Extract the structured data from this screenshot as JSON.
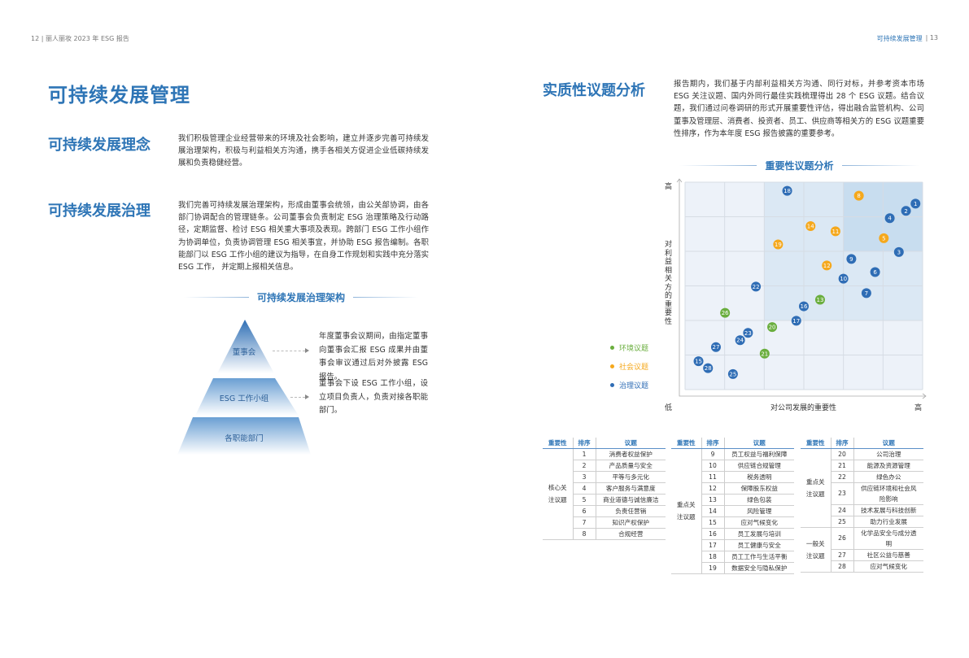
{
  "header": {
    "left": "12 | 丽人丽妆 2023 年 ESG 报告",
    "right_title": "可持续发展管理",
    "right_page": "| 13"
  },
  "left": {
    "title": "可持续发展管理",
    "concept": {
      "heading": "可持续发展理念",
      "text": "我们积极管理企业经营带来的环境及社会影响，建立并逐步完善可持续发展治理架构，积极与利益相关方沟通，携手各相关方促进企业低碳持续发展和负责稳健经营。"
    },
    "governance": {
      "heading": "可持续发展治理",
      "text": "我们完善可持续发展治理架构，形成由董事会统领，由公关部协调，由各部门协调配合的管理链条。公司董事会负责制定 ESG 治理策略及行动路径，定期监督、检讨 ESG 相关重大事项及表现。跨部门 ESG 工作小组作为协调单位，负责协调管理 ESG 相关事宜，并协助 ESG 报告编制。各职能部门以 ESG 工作小组的建议为指导，在自身工作规划和实践中充分落实 ESG 工作， 并定期上报相关信息。"
    },
    "structure": {
      "title": "可持续发展治理架构",
      "levels": [
        "董事会",
        "ESG 工作小组",
        "各职能部门"
      ],
      "notes": [
        "年度董事会议期间，由指定董事向董事会汇报 ESG 成果并由董事会审议通过后对外披露 ESG 报告。",
        "董事会下设 ESG 工作小组，设立项目负责人，负责对接各职能部门。"
      ]
    }
  },
  "right": {
    "heading": "实质性议题分析",
    "text": "报告期内，我们基于内部利益相关方沟通、同行对标，并参考资本市场 ESG 关注议题、国内外同行最佳实践梳理得出 28 个 ESG 议题。结合议题，我们通过问卷调研的形式开展重要性评估，得出融合监管机构、公司董事及管理层、消费者、投资者、员工、供应商等相关方的 ESG 议题重要性排序，作为本年度 ESG 报告披露的重要参考。"
  },
  "chart_data": {
    "type": "scatter",
    "title": "重要性议题分析",
    "xlabel": "对公司发展的重要性",
    "ylabel": "对利益相关方的重要性",
    "x_low": "低",
    "x_high": "高",
    "y_high": "高",
    "xlim": [
      0,
      6
    ],
    "ylim": [
      0,
      6
    ],
    "grid": true,
    "legend": [
      {
        "name": "环境议题",
        "key": "env",
        "color": "#6aae3e"
      },
      {
        "name": "社会议题",
        "key": "soc",
        "color": "#f5a81c"
      },
      {
        "name": "治理议题",
        "key": "gov",
        "color": "#2f6db5"
      }
    ],
    "legend_position": "left",
    "points": [
      {
        "id": "1",
        "x": 5.82,
        "y": 5.38,
        "cat": "gov"
      },
      {
        "id": "2",
        "x": 5.58,
        "y": 5.17,
        "cat": "gov"
      },
      {
        "id": "3",
        "x": 5.4,
        "y": 3.98,
        "cat": "gov"
      },
      {
        "id": "4",
        "x": 5.17,
        "y": 4.96,
        "cat": "gov"
      },
      {
        "id": "5",
        "x": 5.02,
        "y": 4.38,
        "cat": "soc"
      },
      {
        "id": "6",
        "x": 4.8,
        "y": 3.4,
        "cat": "gov"
      },
      {
        "id": "7",
        "x": 4.58,
        "y": 2.79,
        "cat": "gov"
      },
      {
        "id": "8",
        "x": 4.39,
        "y": 5.61,
        "cat": "soc"
      },
      {
        "id": "9",
        "x": 4.2,
        "y": 3.78,
        "cat": "gov"
      },
      {
        "id": "10",
        "x": 4.0,
        "y": 3.21,
        "cat": "gov"
      },
      {
        "id": "11",
        "x": 3.8,
        "y": 4.58,
        "cat": "soc"
      },
      {
        "id": "12",
        "x": 3.58,
        "y": 3.59,
        "cat": "soc"
      },
      {
        "id": "13",
        "x": 3.41,
        "y": 2.6,
        "cat": "env"
      },
      {
        "id": "14",
        "x": 3.17,
        "y": 4.73,
        "cat": "soc"
      },
      {
        "id": "15",
        "x": 0.34,
        "y": 0.82,
        "cat": "gov"
      },
      {
        "id": "16",
        "x": 3.0,
        "y": 2.41,
        "cat": "gov"
      },
      {
        "id": "17",
        "x": 2.81,
        "y": 1.99,
        "cat": "gov"
      },
      {
        "id": "18",
        "x": 2.58,
        "y": 5.75,
        "cat": "gov"
      },
      {
        "id": "19",
        "x": 2.35,
        "y": 4.2,
        "cat": "soc"
      },
      {
        "id": "20",
        "x": 2.2,
        "y": 1.81,
        "cat": "env"
      },
      {
        "id": "21",
        "x": 2.01,
        "y": 1.04,
        "cat": "env"
      },
      {
        "id": "22",
        "x": 1.79,
        "y": 2.98,
        "cat": "gov"
      },
      {
        "id": "23",
        "x": 1.59,
        "y": 1.64,
        "cat": "gov"
      },
      {
        "id": "24",
        "x": 1.39,
        "y": 1.43,
        "cat": "gov"
      },
      {
        "id": "25",
        "x": 1.21,
        "y": 0.45,
        "cat": "gov"
      },
      {
        "id": "26",
        "x": 1.01,
        "y": 2.22,
        "cat": "env"
      },
      {
        "id": "27",
        "x": 0.78,
        "y": 1.23,
        "cat": "gov"
      },
      {
        "id": "28",
        "x": 0.58,
        "y": 0.62,
        "cat": "gov"
      }
    ]
  },
  "tables": {
    "headers": [
      "重要性",
      "排序",
      "议题"
    ],
    "list": [
      [
        {
          "label": "核心关注议题",
          "rows": [
            [
              "1",
              "消费者权益保护"
            ],
            [
              "2",
              "产品质量与安全"
            ],
            [
              "3",
              "平等与多元化"
            ],
            [
              "4",
              "客户服务与满意度"
            ],
            [
              "5",
              "商业道德与诚信廉洁"
            ],
            [
              "6",
              "负责任营销"
            ],
            [
              "7",
              "知识产权保护"
            ],
            [
              "8",
              "合规经营"
            ]
          ]
        }
      ],
      [
        {
          "label": "重点关注议题",
          "rows": [
            [
              "9",
              "员工权益与福利保障"
            ],
            [
              "10",
              "供应链合规管理"
            ],
            [
              "11",
              "税务透明"
            ],
            [
              "12",
              "保障股东权益"
            ],
            [
              "13",
              "绿色包装"
            ],
            [
              "14",
              "风险管理"
            ],
            [
              "15",
              "应对气候变化"
            ],
            [
              "16",
              "员工发展与培训"
            ],
            [
              "17",
              "员工健康与安全"
            ],
            [
              "18",
              "员工工作与生活平衡"
            ],
            [
              "19",
              "数据安全与隐私保护"
            ]
          ]
        }
      ],
      [
        {
          "label": "重点关注议题",
          "rows": [
            [
              "20",
              "公司治理"
            ],
            [
              "21",
              "能源及资源管理"
            ],
            [
              "22",
              "绿色办公"
            ],
            [
              "23",
              "供应链环境和社会风险影响"
            ],
            [
              "24",
              "技术发展与科技创新"
            ],
            [
              "25",
              "助力行业发展"
            ]
          ]
        },
        {
          "label": "一般关注议题",
          "rows": [
            [
              "26",
              "化学品安全与成分透明"
            ],
            [
              "27",
              "社区公益与慈善"
            ],
            [
              "28",
              "应对气候变化"
            ]
          ]
        }
      ]
    ]
  }
}
